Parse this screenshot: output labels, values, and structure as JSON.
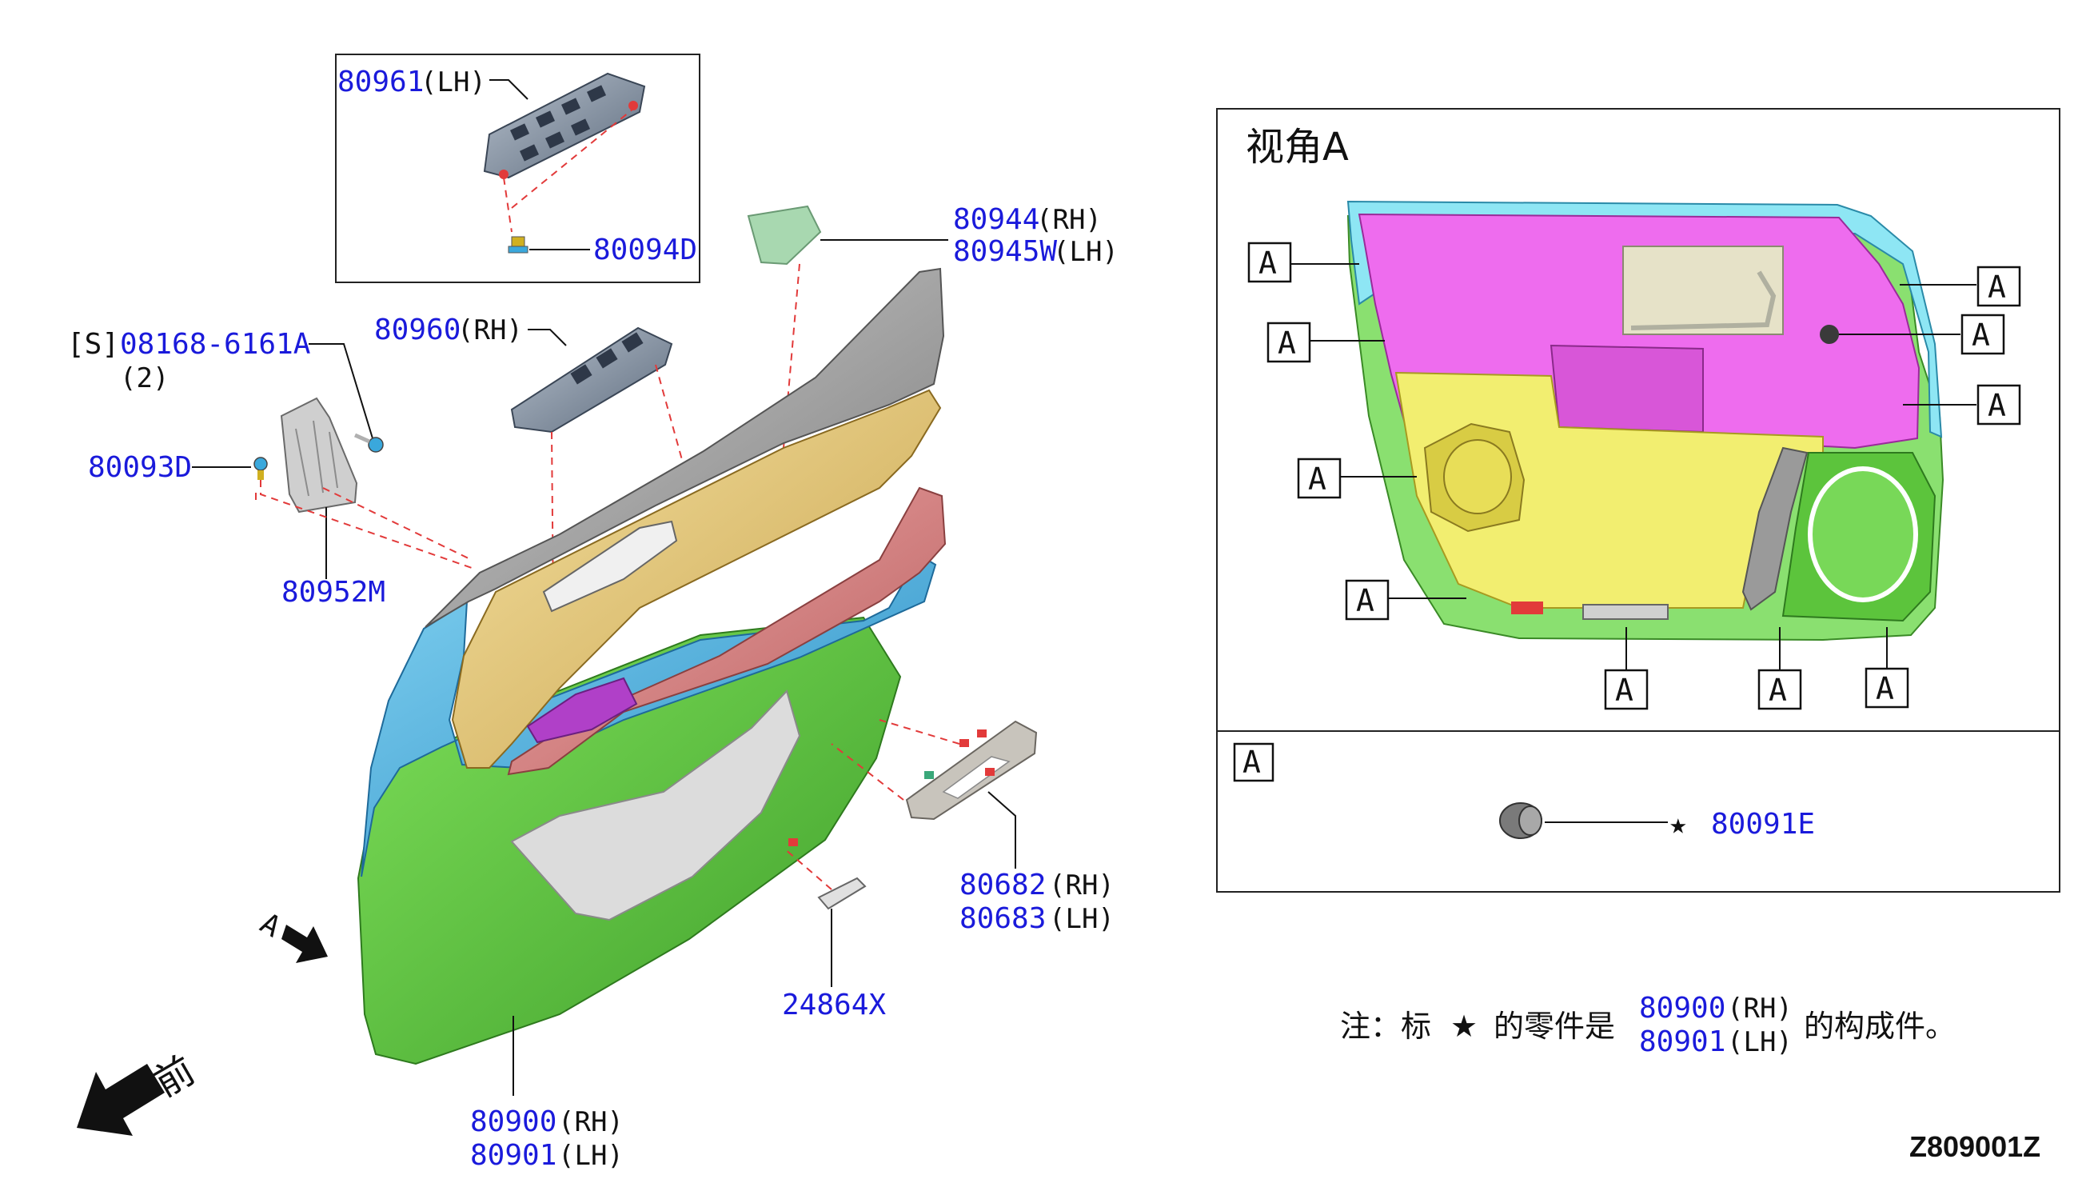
{
  "parts": {
    "p80961": {
      "num": "80961",
      "suffix": "(LH)"
    },
    "p80094D": {
      "num": "80094D"
    },
    "p80944": {
      "num": "80944",
      "suffix": "(RH)"
    },
    "p80945W": {
      "num": "80945W",
      "suffix": "(LH)"
    },
    "p80960": {
      "num": "80960",
      "suffix": "(RH)"
    },
    "p08168": {
      "prefix": "[S]",
      "num": "08168-6161A",
      "qty": "(2)"
    },
    "p80093D": {
      "num": "80093D"
    },
    "p80952M": {
      "num": "80952M"
    },
    "p80682": {
      "num": "80682",
      "suffix": "(RH)"
    },
    "p80683": {
      "num": "80683",
      "suffix": "(LH)"
    },
    "p24864X": {
      "num": "24864X"
    },
    "p80900": {
      "num": "80900",
      "suffix": "(RH)"
    },
    "p80901": {
      "num": "80901",
      "suffix": "(LH)"
    }
  },
  "view_marker": "A",
  "front_label": "前",
  "view_panel": {
    "title": "视角A",
    "tag": "A",
    "detail_tag": "A",
    "clip_part": {
      "num": "80091E",
      "star": "★"
    }
  },
  "note": {
    "prefix": "注：标",
    "star": "★",
    "middle": "的零件是",
    "rh_num": "80900",
    "rh_suffix": "(RH)",
    "lh_num": "80901",
    "lh_suffix": "(LH)",
    "end": "的构成件。"
  },
  "drawing_code": "Z809001Z",
  "colors": {
    "part_number": "#1a1adb",
    "leader_dash": "#e23a3a",
    "trim_green": "#5cc43c",
    "trim_blue": "#3aa8dc",
    "trim_gray": "#9a9a9a",
    "trim_tan": "#e0c474",
    "trim_rose": "#d88080",
    "view_magenta": "#ee6cee",
    "view_yellow": "#f2ee70"
  }
}
